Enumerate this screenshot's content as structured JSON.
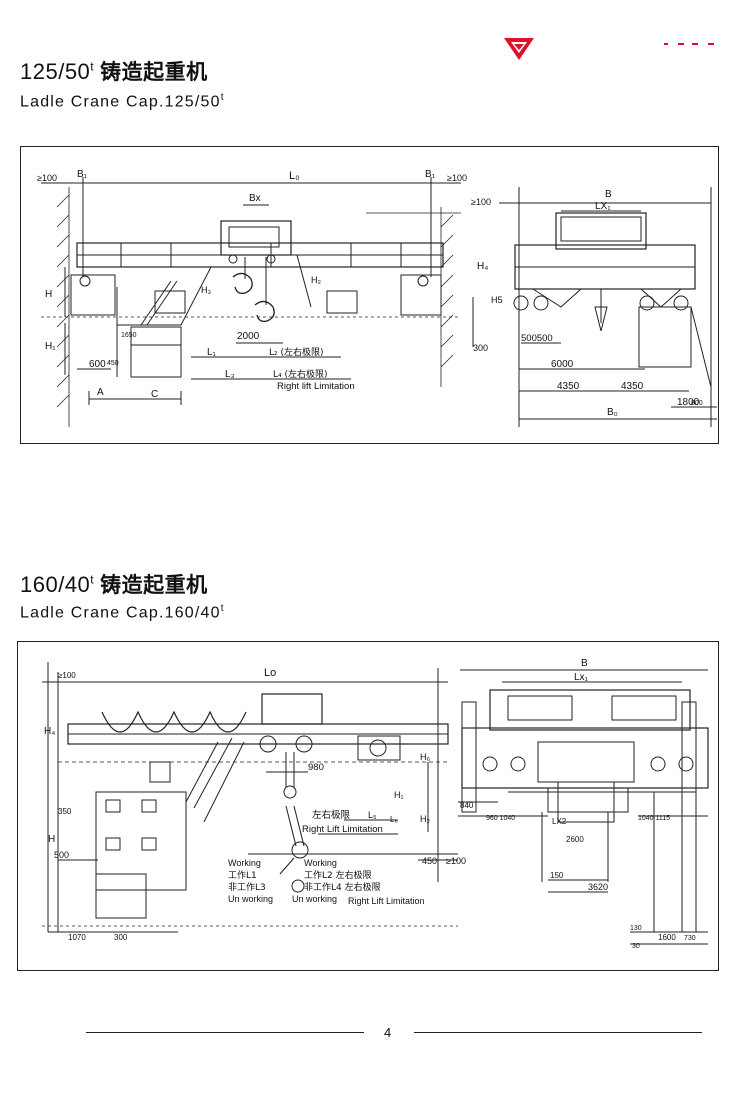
{
  "header": {
    "logo_icon": "red-triangle-logo",
    "brand_color": "#e0102a"
  },
  "section1": {
    "title_cap": "125/50",
    "title_sup": "t",
    "title_cn": "铸造起重机",
    "subtitle": "Ladle Crane Cap.125/50",
    "subtitle_sup": "t",
    "labels": {
      "d100a": "≥100",
      "b1a": "B₁",
      "lo": "L₀",
      "b1b": "B₁",
      "d100b": "≥100",
      "bx": "Bx",
      "d100c": "≥100",
      "h4": "H₄",
      "h": "H",
      "h3": "H₃",
      "h2": "H₂",
      "h1": "H₁",
      "d100v": "100",
      "d450": "450",
      "d1650": "1650",
      "d600": "600",
      "d2000": "2000",
      "l1": "L₁",
      "l2": "L₂ (左右极限)",
      "l3": "L₃",
      "l4": "L₄ (左右极限)",
      "right_lift": "Right lift Limitation",
      "a": "A",
      "c": "C",
      "b": "B",
      "lx1": "LX₁",
      "h5": "H5",
      "d300": "300",
      "d500500": "500500",
      "d6000": "6000",
      "d4350a": "4350",
      "d4350b": "4350",
      "d1800": "1800",
      "d800": "800",
      "bo": "B₀"
    }
  },
  "section2": {
    "title_cap": "160/40",
    "title_sup": "t",
    "title_cn": "铸造起重机",
    "subtitle": "Ladle Crane Cap.160/40",
    "subtitle_sup": "t",
    "labels": {
      "d100": "≥100",
      "lo": "Lo",
      "h4": "H₄",
      "b": "B",
      "lx1": "Lx₁",
      "d980": "980",
      "h6": "H₆",
      "h1": "H₁",
      "h2": "H₂",
      "l5": "L₅",
      "l6": "L₆",
      "right_lift_cn": "左右极限",
      "right_lift": "Right Lift Limitation",
      "d350": "350",
      "h": "H",
      "d500": "500",
      "working1": "Working",
      "work_l1": "工作L1",
      "nonwork_l3": "非工作L3",
      "unworking1": "Un working",
      "working2": "Working",
      "work_l2": "工作L2 左右极限",
      "nonwork_l4": "非工作L4 左右极限",
      "unworking2": "Un working",
      "right_lift2": "Right Lift Limitation",
      "d450": "450",
      "d100b": "≥100",
      "d840": "840",
      "d960_1040": "960 1040",
      "d1040_1115": "1040 1115",
      "lx2": "LX2",
      "d2600": "2600",
      "d150": "150",
      "d3620": "3620",
      "d130": "130",
      "d1600": "1600",
      "d730": "730",
      "d30": "30",
      "d1070": "1070",
      "d300": "300"
    }
  },
  "footer": {
    "page_number": "4"
  }
}
